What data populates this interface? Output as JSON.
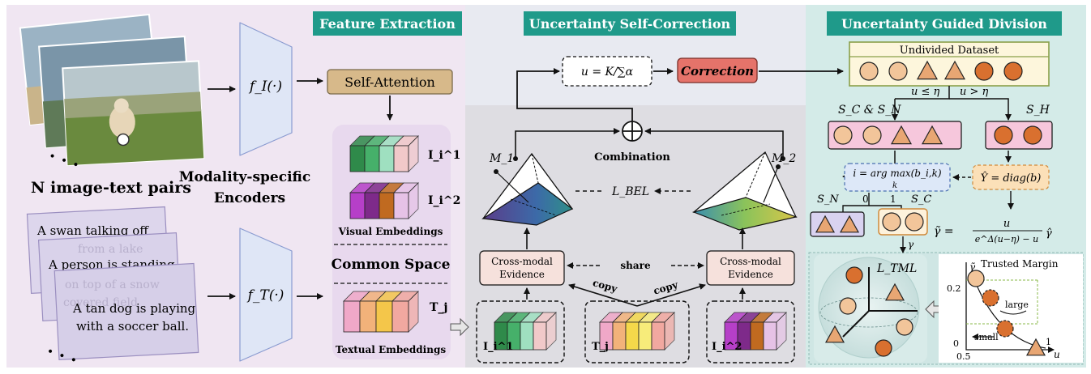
{
  "sections": {
    "feature_extraction": "Feature Extraction",
    "self_correction": "Uncertainty Self-Correction",
    "guided_division": "Uncertainty Guided Division"
  },
  "left": {
    "image_pairs_label": "N image-text pairs",
    "encoders_label_line1": "Modality-specific",
    "encoders_label_line2": "Encoders",
    "image_encoder": "f_I(·)",
    "text_encoder": "f_T(·)",
    "self_attention": "Self-Attention",
    "captions": [
      "A swan talking off",
      "A person is standing",
      "A tan dog is playing",
      "with a soccer ball."
    ],
    "ghost_captions": [
      "from a lake",
      "on top of a snow",
      "covered field"
    ],
    "visual_embeddings": "Visual Embeddings",
    "common_space": "Common Space",
    "textual_embeddings": "Textual Embeddings",
    "emb_I1": "I_i^1",
    "emb_I2": "I_i^2",
    "emb_T": "T_j"
  },
  "middle": {
    "formula": "u = K/∑α",
    "correction": "Correction",
    "combination": "Combination",
    "m1": "M_1",
    "m2": "M_2",
    "loss_bel": "L_BEL",
    "evidence_line1": "Cross-modal",
    "evidence_line2": "Evidence",
    "share": "share",
    "copy": "copy",
    "bottom_I1": "I_i^1",
    "bottom_T": "T_j",
    "bottom_I2": "I_i^2"
  },
  "right": {
    "undivided": "Undivided Dataset",
    "cond_le": "u ≤ η",
    "cond_gt": "u > η",
    "set_cn": "S_C & S_N",
    "set_h": "S_H",
    "argmax": "i = arg max(b_i,k)",
    "argmax_sub": "k",
    "yhat": "Ŷ = diag(b)",
    "sn": "S_N",
    "sc": "S_C",
    "zero": "0",
    "one": "1",
    "gamma": "γ",
    "gamma_formula_lhs": "γ̃ =",
    "gamma_num": "u",
    "gamma_den": "e^Δ(u−η) − u",
    "gamma_hat": "γ̂",
    "loss_tml": "L_TML",
    "trusted_margin": "Trusted Margin",
    "axis_gamma": "γ̃",
    "tick_02": "0.2",
    "tick_0": "0",
    "tick_05": "0.5",
    "tick_1": "1",
    "axis_u": "u",
    "large": "large",
    "small": "small"
  },
  "colors": {
    "header_teal": "#1f9a8a",
    "left_bg": "#f0e6f2",
    "mid_top_bg": "#e6e8f0",
    "mid_bottom_bg": "#dcdbe0",
    "right_bg": "#d4ebe8",
    "encoder_fill": "#dfe6f6",
    "correction": "#e5736a",
    "circle_light": "#f2c59a",
    "circle_dark": "#d9702f",
    "triangle": "#e8a673"
  }
}
